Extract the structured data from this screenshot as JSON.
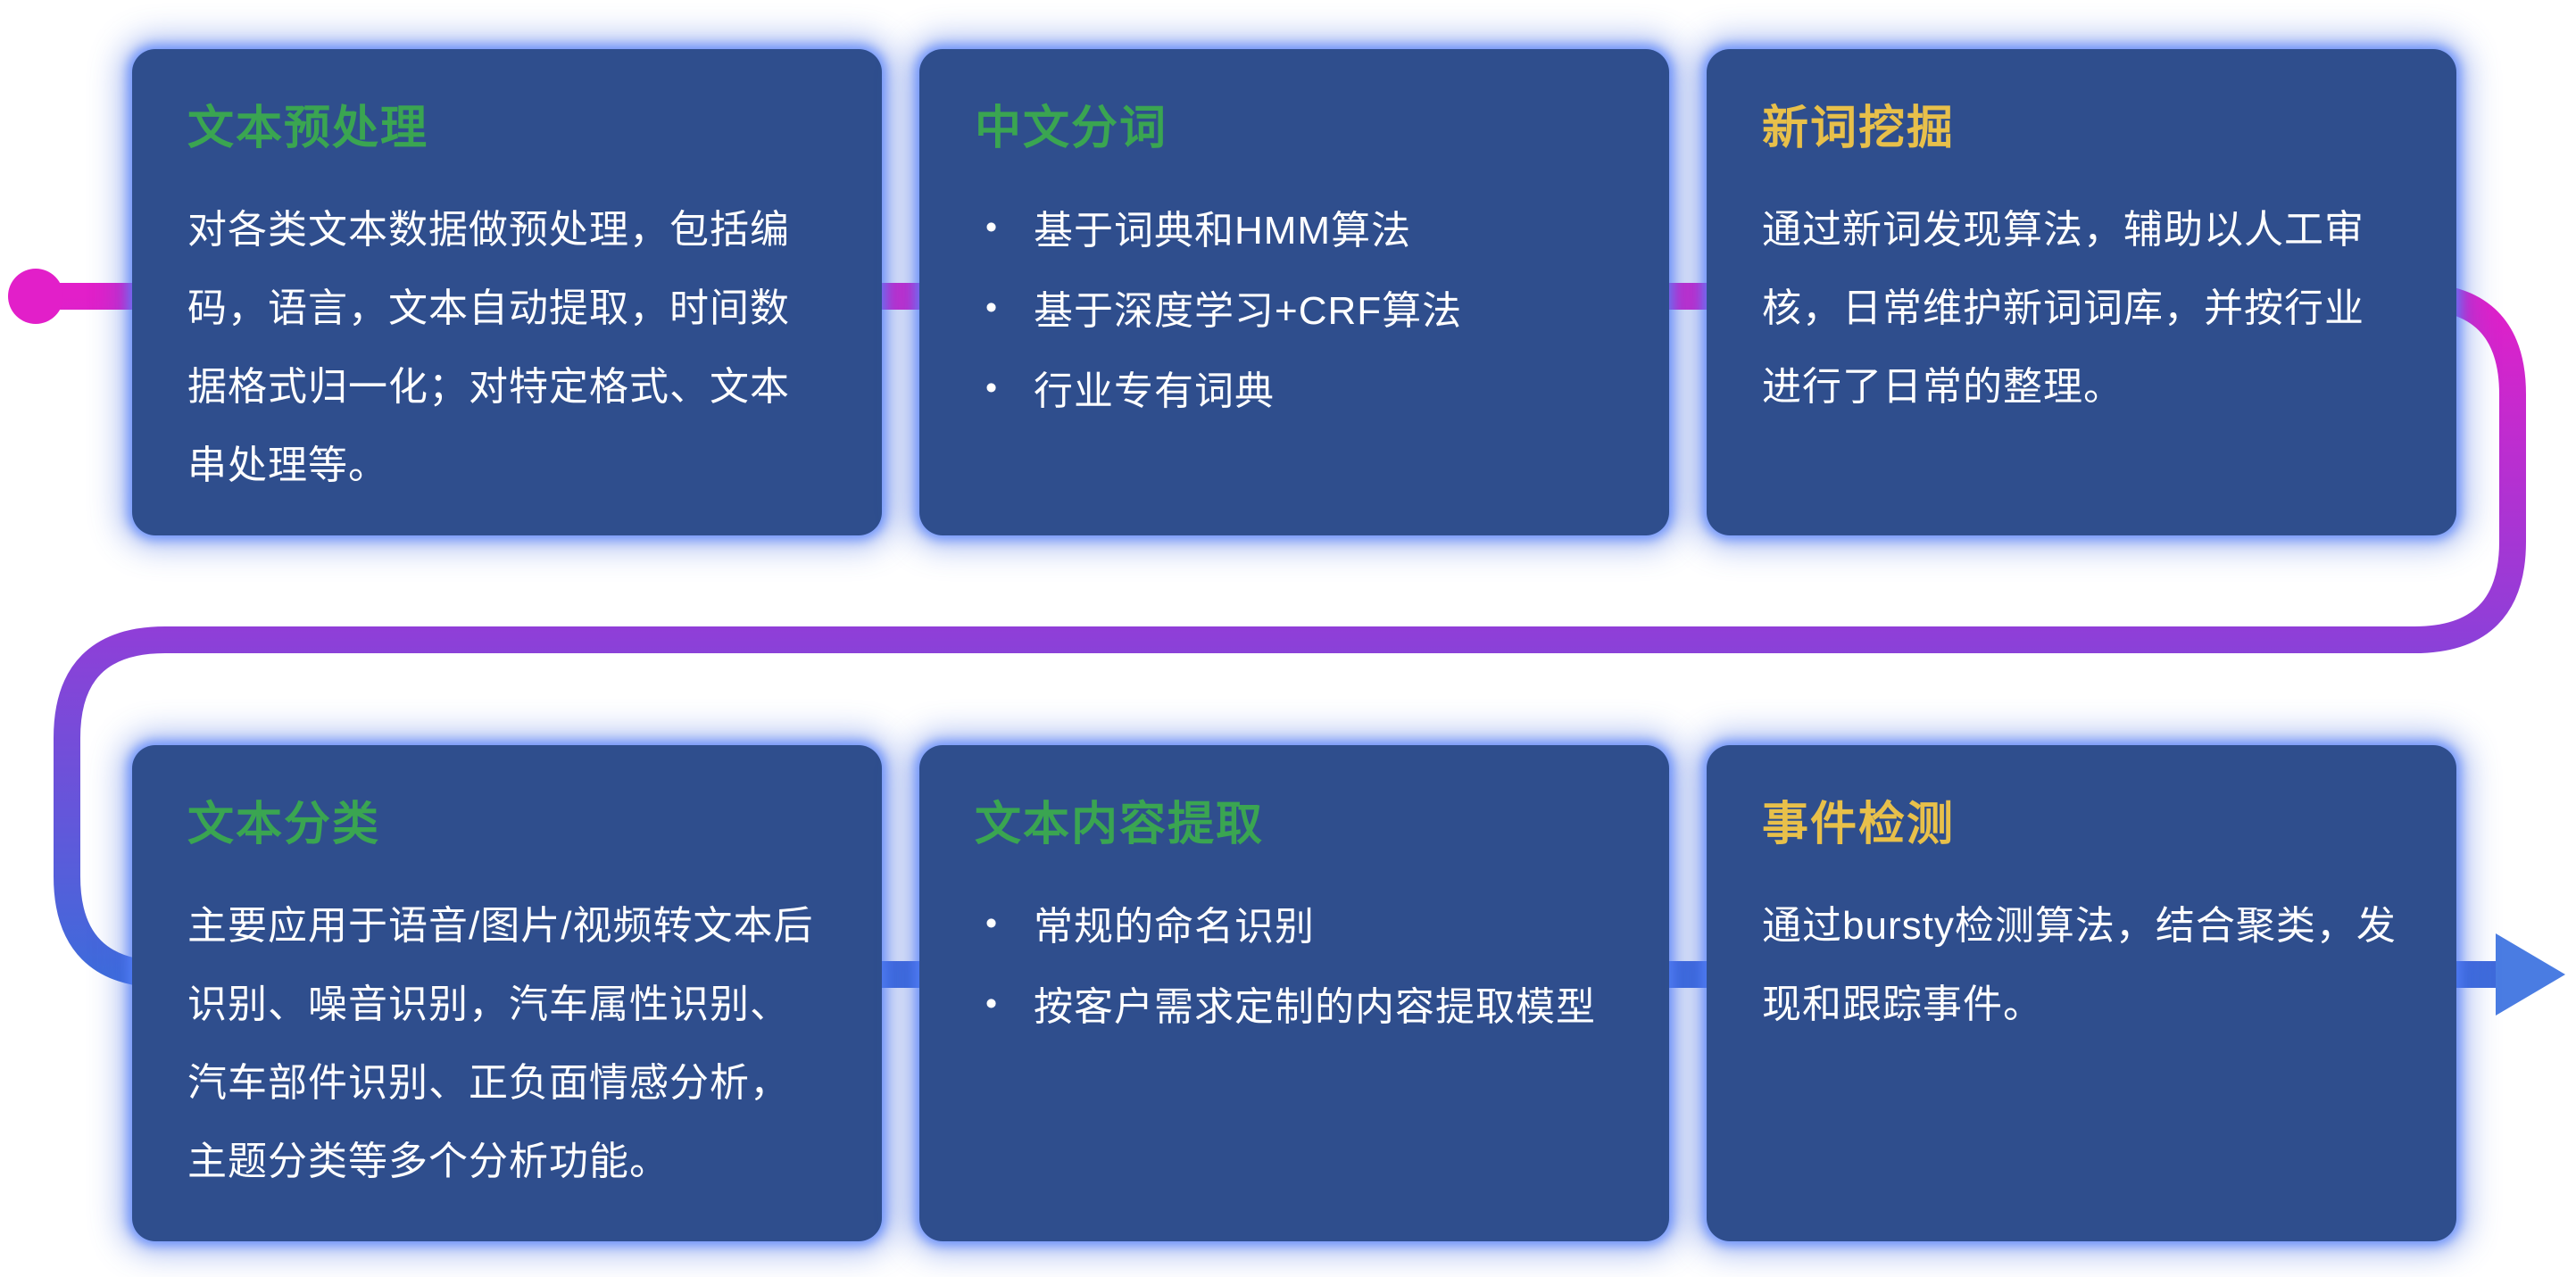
{
  "palette": {
    "magenta": "#e21fc9",
    "purple": "#8e3fd8",
    "blue": "#3e6bdb",
    "arrow_blue": "#4a7ce2",
    "green": "#3aa551",
    "yellow": "#e8c04a",
    "card_bg": "#2f4e8d"
  },
  "flow": {
    "start_marker": "magenta-dot",
    "end_marker": "right-arrow",
    "direction": "left-to-right, wraps down to second row"
  },
  "cards": [
    {
      "title": "文本预处理",
      "accent": "green",
      "paragraph": "对各类文本数据做预处理，包括编码，语言，文本自动提取，时间数据格式归一化；对特定格式、文本串处理等。"
    },
    {
      "title": "中文分词",
      "accent": "green",
      "bullets": [
        "基于词典和HMM算法",
        "基于深度学习+CRF算法",
        "行业专有词典"
      ]
    },
    {
      "title": "新词挖掘",
      "accent": "yellow",
      "paragraph": "通过新词发现算法，辅助以人工审核，日常维护新词词库，并按行业进行了日常的整理。"
    },
    {
      "title": "文本分类",
      "accent": "green",
      "paragraph": "主要应用于语音/图片/视频转文本后识别、噪音识别，汽车属性识别、汽车部件识别、正负面情感分析，主题分类等多个分析功能。"
    },
    {
      "title": "文本内容提取",
      "accent": "green",
      "bullets": [
        "常规的命名识别",
        "按客户需求定制的内容提取模型"
      ]
    },
    {
      "title": "事件检测",
      "accent": "yellow",
      "paragraph": "通过bursty检测算法，结合聚类，发现和跟踪事件。"
    }
  ]
}
